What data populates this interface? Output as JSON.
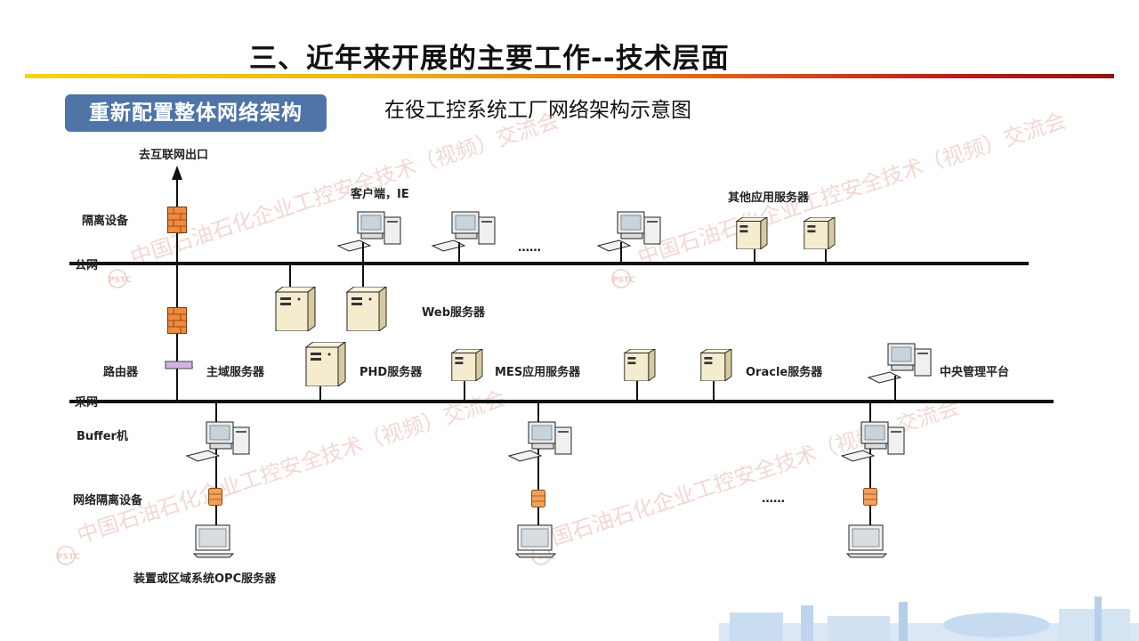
{
  "slide": {
    "title": "三、近年来开展的主要工作--技术层面",
    "section_badge": "重新配置整体网络架构",
    "diagram_caption": "在役工控系统工厂网络架构示意图"
  },
  "diagram": {
    "labels": {
      "internet_exit": "去互联网出口",
      "isolation_device": "隔离设备",
      "public_network": "公网",
      "client_ie": "客户端，IE",
      "other_app_servers": "其他应用服务器",
      "ellipsis_top": "……",
      "web_server": "Web服务器",
      "router": "路由器",
      "domain_server": "主域服务器",
      "phd_server": "PHD服务器",
      "mes_app_server": "MES应用服务器",
      "oracle_server": "Oracle服务器",
      "central_mgmt": "中央管理平台",
      "collection_network": "采网",
      "buffer_machine": "Buffer机",
      "network_isolation": "网络隔离设备",
      "ellipsis_bottom": "……",
      "opc_server": "装置或区域系统OPC服务器"
    },
    "watermark": {
      "text": "中国石油石化企业工控安全技术（视频）交流会",
      "logo": "PSTC"
    }
  },
  "colors": {
    "accent_badge": "#4f75a8",
    "firewall": "#f08a3c",
    "server_body": "#f5ecd0",
    "network_line": "#111111"
  }
}
